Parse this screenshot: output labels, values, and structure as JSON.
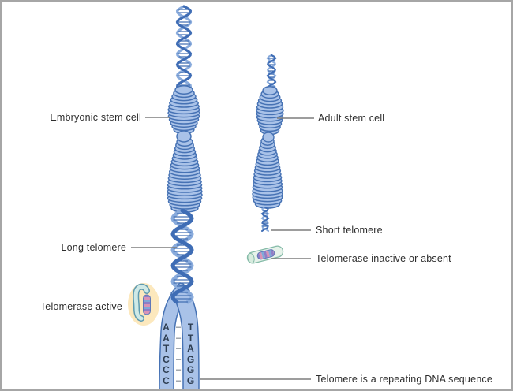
{
  "labels": {
    "embryonic_stem_cell": "Embryonic stem cell",
    "adult_stem_cell": "Adult stem cell",
    "long_telomere": "Long telomere",
    "telomerase_active": "Telomerase active",
    "short_telomere": "Short telomere",
    "telomerase_inactive": "Telomerase inactive or absent",
    "telomere_repeat": "Telomere is a repeating DNA sequence"
  },
  "sequence": {
    "separator": "–",
    "pairs": [
      {
        "left": "A",
        "right": "T"
      },
      {
        "left": "A",
        "right": "T"
      },
      {
        "left": "T",
        "right": "A"
      },
      {
        "left": "C",
        "right": "G"
      },
      {
        "left": "C",
        "right": "G"
      },
      {
        "left": "C",
        "right": "G"
      }
    ]
  },
  "colors": {
    "chromosome_fill": "#a9c2e8",
    "chromosome_stroke": "#4672b4",
    "helix_front": "#3f6db5",
    "helix_back": "#89abdc",
    "leader": "#7d7d7d",
    "label_text": "#2d2d2d",
    "halo": "#fce8bd",
    "enzyme_fill": "#cfe9e6",
    "enzyme_stroke": "#5f9bb0",
    "tube_fill": "#e6f2ea",
    "tube_stroke": "#85bba8",
    "capsule_stroke": "#5f77b8",
    "capsule_stripe_a": "#8f7ec6",
    "capsule_stripe_b": "#d992b6",
    "capsule_stripe_c": "#7fa8d8",
    "sequence_letter": "#2e3e52"
  }
}
